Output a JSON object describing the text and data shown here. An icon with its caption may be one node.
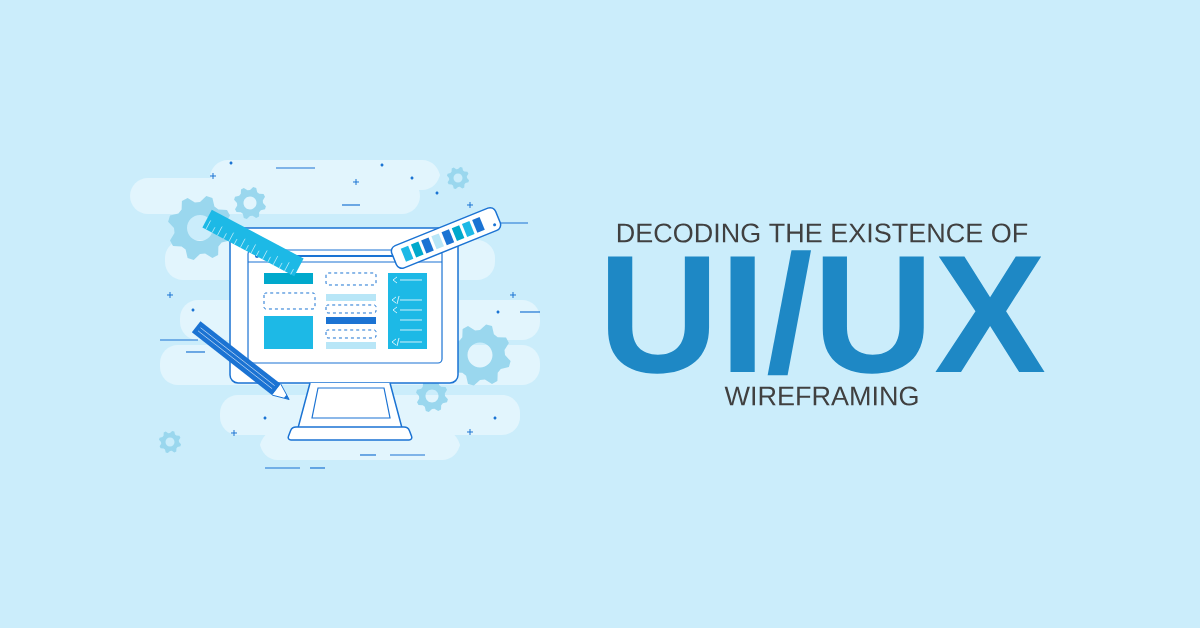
{
  "diagram": {
    "title": "DECODING THE EXISTENCE OF",
    "labels": [
      "UI/UX",
      "WIREFRAMING"
    ]
  }
}
